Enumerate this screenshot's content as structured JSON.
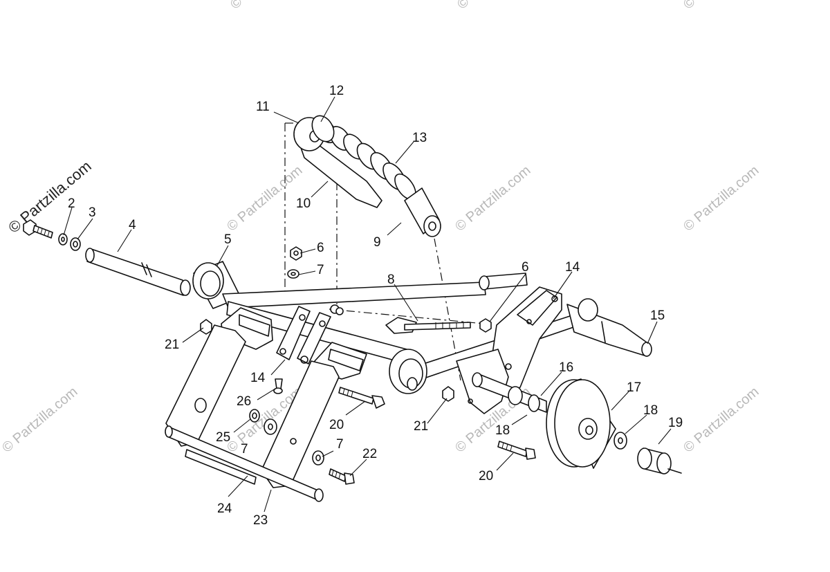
{
  "watermark": {
    "main": "© Partzilla.com",
    "repeat": "© Partzilla.com"
  },
  "callouts": [
    {
      "id": "c2",
      "text": "2"
    },
    {
      "id": "c3",
      "text": "3"
    },
    {
      "id": "c4",
      "text": "4"
    },
    {
      "id": "c5",
      "text": "5"
    },
    {
      "id": "c6a",
      "text": "6"
    },
    {
      "id": "c6b",
      "text": "6"
    },
    {
      "id": "c7a",
      "text": "7"
    },
    {
      "id": "c7b",
      "text": "7"
    },
    {
      "id": "c7c",
      "text": "7"
    },
    {
      "id": "c8",
      "text": "8"
    },
    {
      "id": "c9",
      "text": "9"
    },
    {
      "id": "c10",
      "text": "10"
    },
    {
      "id": "c11",
      "text": "11"
    },
    {
      "id": "c12",
      "text": "12"
    },
    {
      "id": "c13",
      "text": "13"
    },
    {
      "id": "c14a",
      "text": "14"
    },
    {
      "id": "c14b",
      "text": "14"
    },
    {
      "id": "c15",
      "text": "15"
    },
    {
      "id": "c16",
      "text": "16"
    },
    {
      "id": "c17",
      "text": "17"
    },
    {
      "id": "c18a",
      "text": "18"
    },
    {
      "id": "c18b",
      "text": "18"
    },
    {
      "id": "c19",
      "text": "19"
    },
    {
      "id": "c20a",
      "text": "20"
    },
    {
      "id": "c20b",
      "text": "20"
    },
    {
      "id": "c21a",
      "text": "21"
    },
    {
      "id": "c21b",
      "text": "21"
    },
    {
      "id": "c22",
      "text": "22"
    },
    {
      "id": "c23",
      "text": "23"
    },
    {
      "id": "c24",
      "text": "24"
    },
    {
      "id": "c25",
      "text": "25"
    },
    {
      "id": "c26",
      "text": "26"
    }
  ]
}
